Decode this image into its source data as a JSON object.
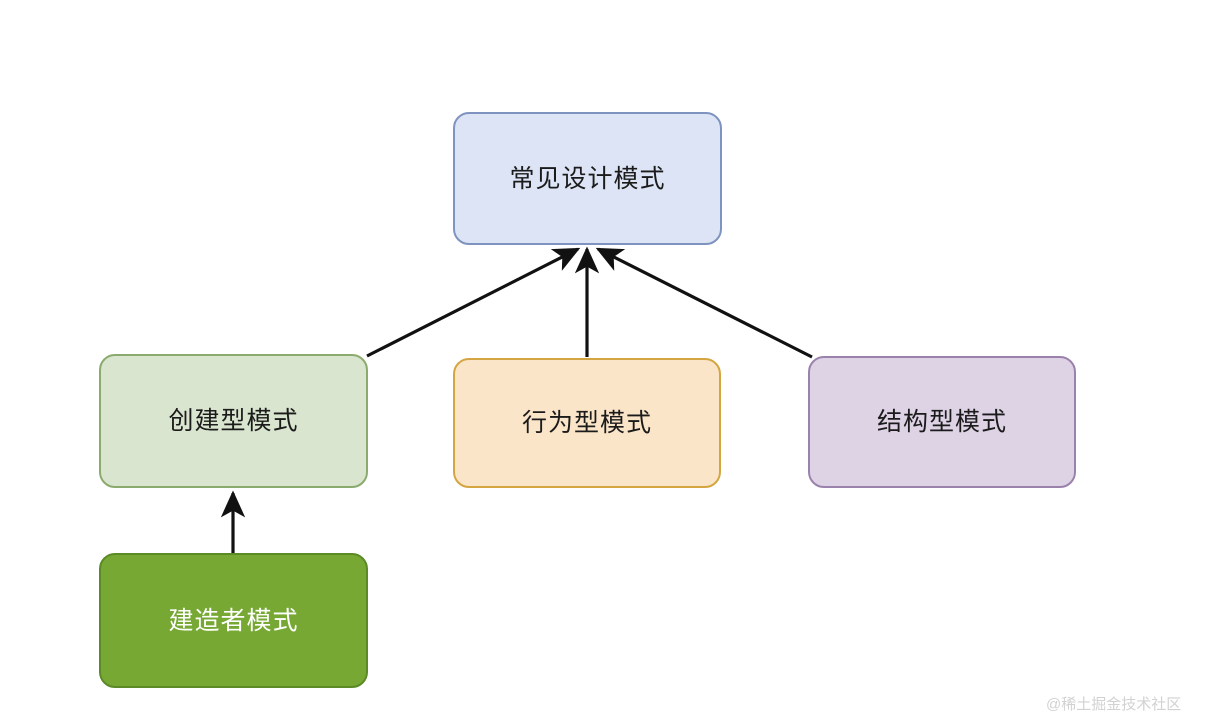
{
  "diagram": {
    "title": "常见设计模式",
    "type": "flowchart",
    "background_color": "#ffffff",
    "edge_color": "#111111",
    "nodes": [
      {
        "id": "root",
        "label": "常见设计模式",
        "fill": "#dce4f5",
        "stroke": "#7f93c0",
        "text_color": "#1b1b1b"
      },
      {
        "id": "creational",
        "label": "创建型模式",
        "fill": "#d9e5cf",
        "stroke": "#8bab6e",
        "text_color": "#1b1b1b"
      },
      {
        "id": "behavioral",
        "label": "行为型模式",
        "fill": "#fbe5c9",
        "stroke": "#d3a642",
        "text_color": "#1b1b1b"
      },
      {
        "id": "structural",
        "label": "结构型模式",
        "fill": "#ded2e5",
        "stroke": "#9b82ac",
        "text_color": "#1b1b1b"
      },
      {
        "id": "builder",
        "label": "建造者模式",
        "fill": "#76a833",
        "stroke": "#5b8a27",
        "text_color": "#ffffff"
      }
    ],
    "edges": [
      {
        "from": "creational",
        "to": "root",
        "arrow": "to"
      },
      {
        "from": "behavioral",
        "to": "root",
        "arrow": "to"
      },
      {
        "from": "structural",
        "to": "root",
        "arrow": "to"
      },
      {
        "from": "builder",
        "to": "creational",
        "arrow": "to"
      }
    ]
  },
  "watermark": {
    "text": "@稀土掘金技术社区",
    "color": "#d2d2d2"
  }
}
